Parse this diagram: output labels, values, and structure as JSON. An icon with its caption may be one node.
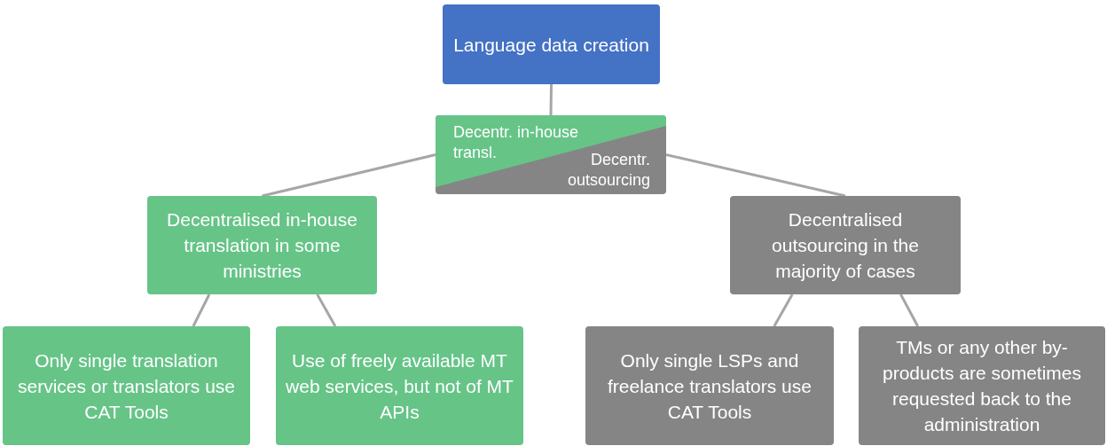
{
  "diagram": {
    "nodes": [
      {
        "text": [
          "Language data creation"
        ]
      },
      {
        "text": [
          "Decentr. in-house transl.",
          "Decentr. outsourcing"
        ]
      },
      {
        "text": [
          "Decentralised in-house translation in some ministries"
        ]
      },
      {
        "text": [
          "Decentralised outsourcing in the majority of cases"
        ]
      },
      {
        "text": [
          "Only single translation services or translators use CAT Tools"
        ]
      },
      {
        "text": [
          "Use of freely available MT web services, but not of MT APIs"
        ]
      },
      {
        "text": [
          "Only single LSPs and freelance translators use CAT Tools"
        ]
      },
      {
        "text": [
          "TMs or any other by-products are sometimes requested back to the administration"
        ]
      }
    ],
    "edges": [
      {
        "from": 0,
        "to": 1,
        "arrow": "none"
      },
      {
        "from": 1,
        "to": 2,
        "arrow": "none"
      },
      {
        "from": 1,
        "to": 3,
        "arrow": "none"
      },
      {
        "from": 2,
        "to": 4,
        "arrow": "none"
      },
      {
        "from": 2,
        "to": 5,
        "arrow": "none"
      },
      {
        "from": 3,
        "to": 6,
        "arrow": "none"
      },
      {
        "from": 3,
        "to": 7,
        "arrow": "none"
      }
    ]
  }
}
